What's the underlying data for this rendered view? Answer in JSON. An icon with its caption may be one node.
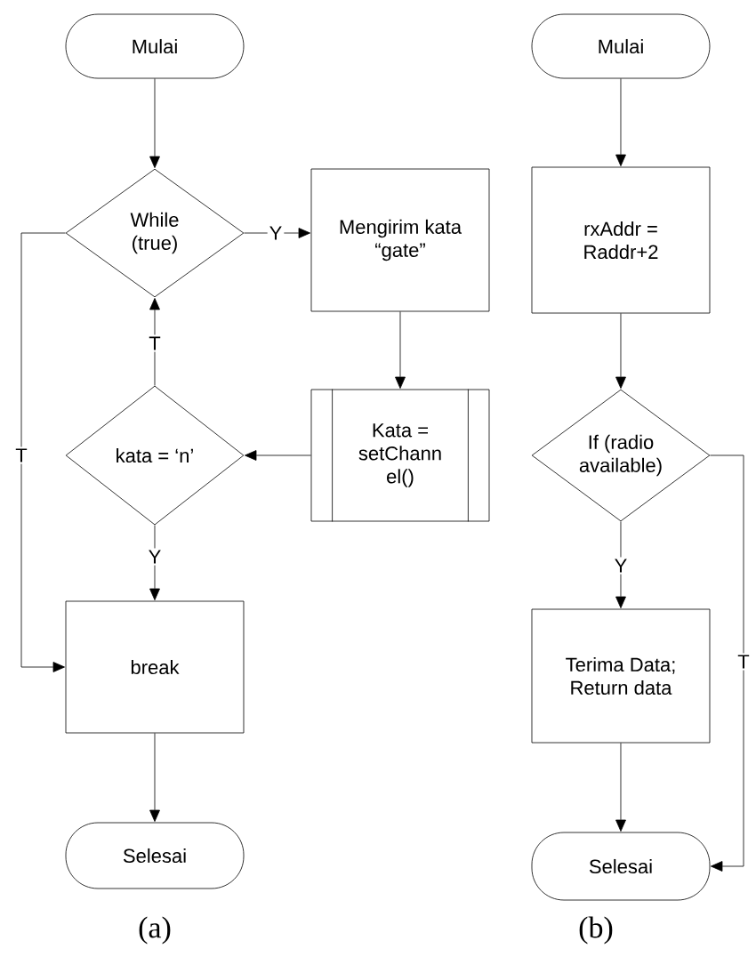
{
  "diagram": {
    "nodes": [
      {
        "text": [
          "Mulai"
        ]
      },
      {
        "text": [
          "While (true)"
        ]
      },
      {
        "text": [
          "Mengirim kata “gate”"
        ]
      },
      {
        "text": [
          "Kata = setChann el()"
        ]
      },
      {
        "text": [
          "kata = ‘n’"
        ]
      },
      {
        "text": [
          "break"
        ]
      },
      {
        "text": [
          "Selesai"
        ]
      },
      {
        "text": [
          "Mulai"
        ]
      },
      {
        "text": [
          "rxAddr = Raddr+2"
        ]
      },
      {
        "text": [
          "If (radio available)"
        ]
      },
      {
        "text": [
          "Terima Data; Return data"
        ]
      },
      {
        "text": [
          "Selesai"
        ]
      }
    ],
    "edges": [
      {
        "from": 0,
        "to": 1,
        "arrow": "to"
      },
      {
        "from": 1,
        "to": 2,
        "arrow": "to",
        "label": "Y"
      },
      {
        "from": 2,
        "to": 3,
        "arrow": "to"
      },
      {
        "from": 3,
        "to": 4,
        "arrow": "to"
      },
      {
        "from": 4,
        "to": 1,
        "arrow": "to",
        "label": "T"
      },
      {
        "from": 4,
        "to": 5,
        "arrow": "to",
        "label": "Y"
      },
      {
        "from": 1,
        "to": 5,
        "arrow": "to",
        "label": "T"
      },
      {
        "from": 5,
        "to": 6,
        "arrow": "to"
      },
      {
        "from": 7,
        "to": 8,
        "arrow": "to"
      },
      {
        "from": 8,
        "to": 9,
        "arrow": "to"
      },
      {
        "from": 9,
        "to": 10,
        "arrow": "to",
        "label": "Y"
      },
      {
        "from": 10,
        "to": 11,
        "arrow": "to"
      },
      {
        "from": 9,
        "to": 11,
        "arrow": "to",
        "label": "T"
      }
    ],
    "labels": [
      "(a)",
      "(b)"
    ]
  }
}
